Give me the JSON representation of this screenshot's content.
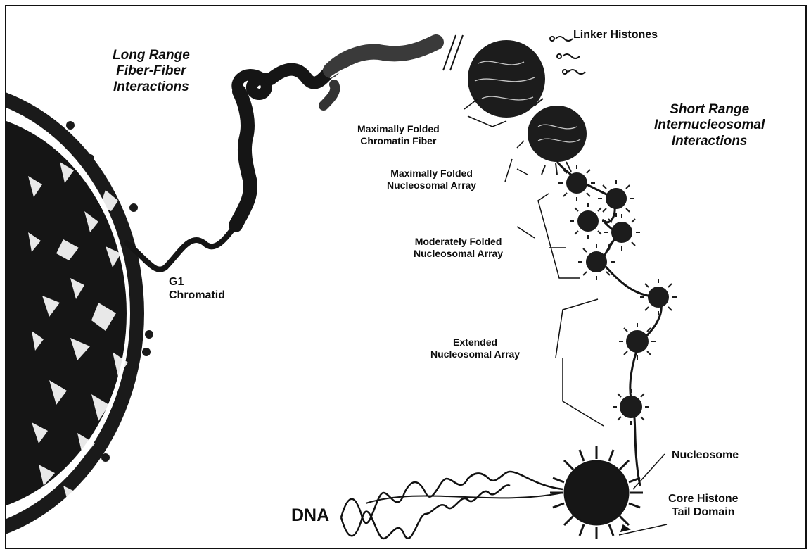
{
  "labels": {
    "long_range": [
      "Long Range",
      "Fiber-Fiber",
      "Interactions"
    ],
    "short_range": [
      "Short Range",
      "Internucleosomal",
      "Interactions"
    ],
    "linker_histones": "Linker Histones",
    "max_fiber": [
      "Maximally Folded",
      "Chromatin Fiber"
    ],
    "max_array": [
      "Maximally Folded",
      "Nucleosomal Array"
    ],
    "mod_array": [
      "Moderately Folded",
      "Nucleosomal Array"
    ],
    "ext_array": [
      "Extended",
      "Nucleosomal Array"
    ],
    "g1": [
      "G1",
      "Chromatid"
    ],
    "nucleosome": "Nucleosome",
    "core_histone": [
      "Core Histone",
      "Tail Domain"
    ],
    "dna": "DNA"
  },
  "colors": {
    "ink": "#0d0d0d",
    "background": "#ffffff"
  }
}
